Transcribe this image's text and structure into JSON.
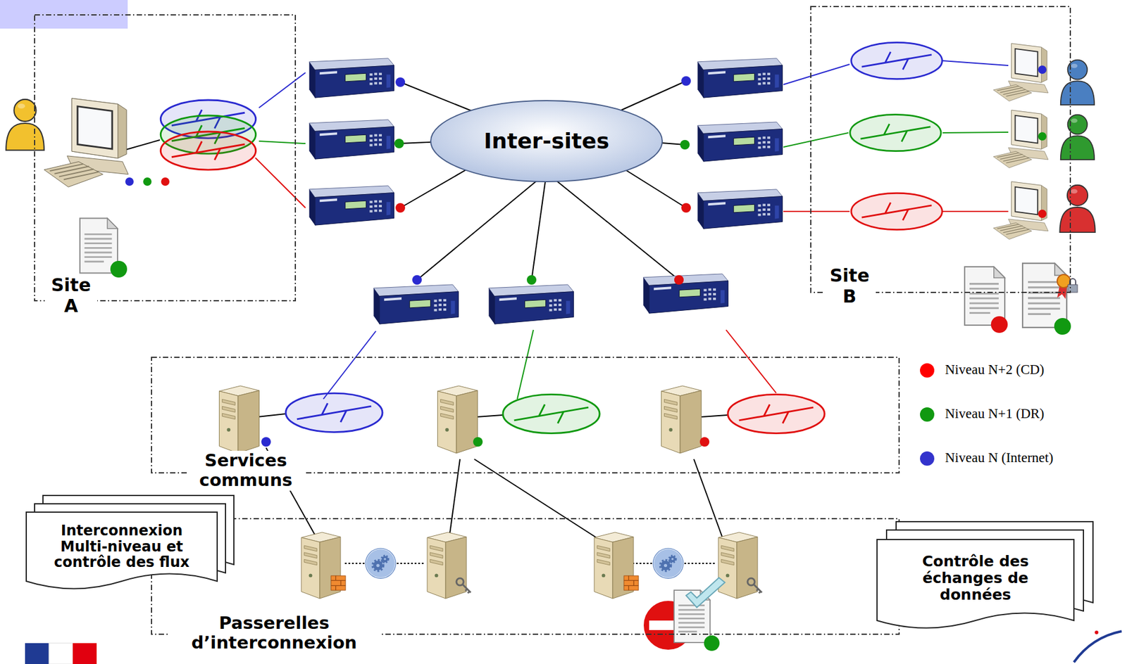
{
  "diagram": {
    "nodes": [
      {
        "text": [
          "Site A"
        ]
      },
      {
        "text": [
          "Site B"
        ]
      },
      {
        "text": [
          "Inter-sites"
        ]
      },
      {
        "text": [
          "Services communs"
        ]
      },
      {
        "text": [
          "Passerelles d’interconnexion"
        ]
      },
      {
        "text": [
          "Interconnexion Multi-niveau et contrôle des flux"
        ]
      },
      {
        "text": [
          "Contrôle des échanges de données"
        ]
      }
    ],
    "legend": [
      {
        "text": "Niveau N+2 (CD)",
        "color": "#ff0000"
      },
      {
        "text": "Niveau N+1 (DR)",
        "color": "#119911"
      },
      {
        "text": "Niveau N (Internet)",
        "color": "#3333cc"
      }
    ]
  }
}
